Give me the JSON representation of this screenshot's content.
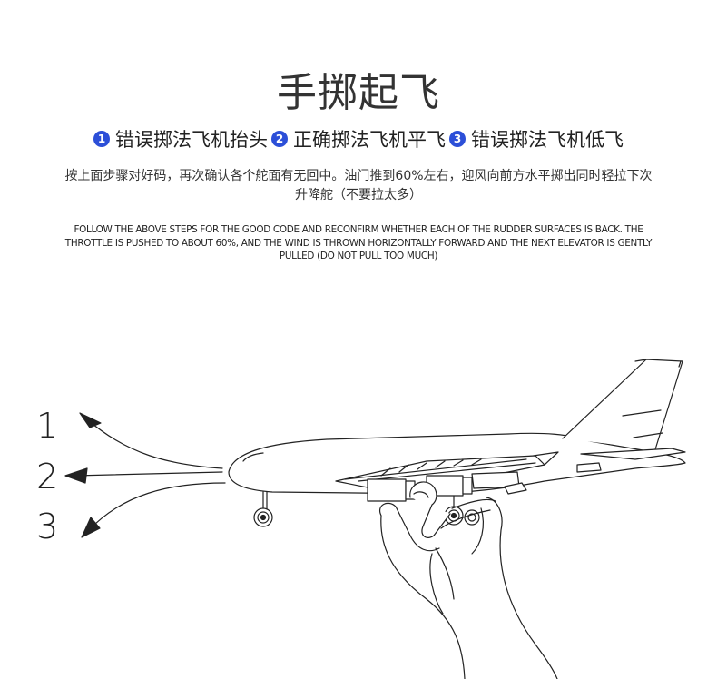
{
  "title": "手掷起飞",
  "steps": [
    {
      "number": "1",
      "text": "错误掷法飞机抬头"
    },
    {
      "number": "2",
      "text": "正确掷法飞机平飞"
    },
    {
      "number": "3",
      "text": "错误掷法飞机低飞"
    }
  ],
  "description_cn": "按上面步骤对好码，再次确认各个舵面有无回中。油门推到60%左右，迎风向前方水平掷出同时轻拉下次升降舵（不要拉太多）",
  "description_en": "FOLLOW THE ABOVE STEPS FOR THE GOOD CODE AND RECONFIRM WHETHER EACH OF THE RUDDER SURFACES IS BACK. THE THROTTLE IS PUSHED TO ABOUT 60%, AND THE WIND IS THROWN HORIZONTALLY FORWARD AND THE NEXT ELEVATOR IS GENTLY PULLED (DO NOT PULL TOO MUCH)",
  "diagram": {
    "labels": [
      "1",
      "2",
      "3"
    ],
    "accent_color": "#2c4fd8",
    "icons": [
      "airplane-illustration",
      "hand-illustration",
      "arrow-up-left-icon",
      "arrow-left-icon",
      "arrow-down-left-icon"
    ]
  }
}
